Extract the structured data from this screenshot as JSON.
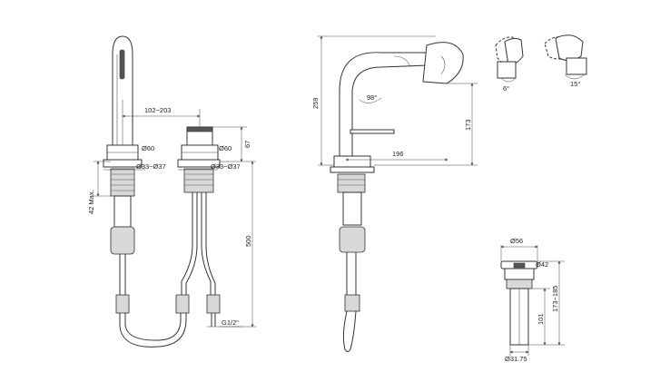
{
  "labels": {
    "spread": "102~203",
    "d60_left": "Ø60",
    "d60_right": "Ø60",
    "h67": "67",
    "hole_left": "Ø33~Ø37",
    "hole_right": "Ø33~Ø37",
    "max42": "42 Max.",
    "h500": "500",
    "thread": "G1/2\"",
    "h259": "259",
    "angle98": "98°",
    "h173": "173",
    "reach196": "196",
    "rot6": "6°",
    "rot15": "15°",
    "d56": "Ø56",
    "d42": "Ø42",
    "h173_185": "173~185",
    "h101": "101",
    "d31_75": "Ø31.75"
  }
}
